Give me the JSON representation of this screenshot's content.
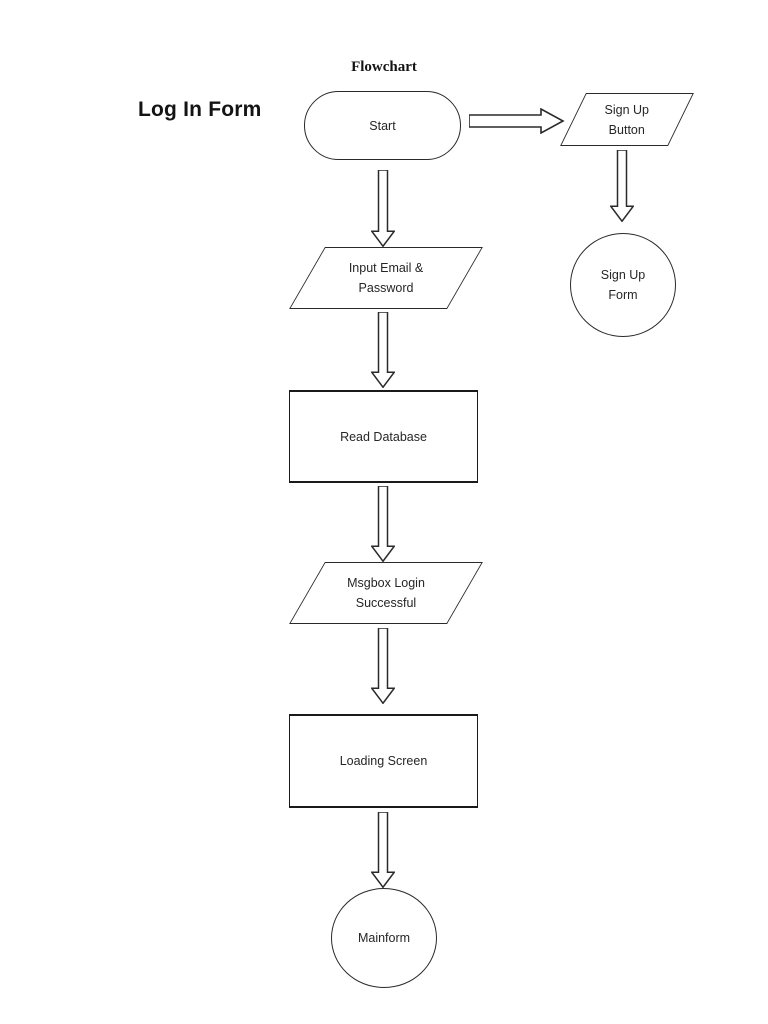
{
  "canvas": {
    "background": "#ffffff",
    "line_color": "#2a2a2a",
    "text_color": "#262626"
  },
  "header": {
    "title": "Flowchart",
    "form_label": "Log In Form"
  },
  "nodes": [
    {
      "id": "start",
      "shape": "terminator",
      "lines": [
        "Start"
      ]
    },
    {
      "id": "sign-up-button",
      "shape": "parallelogram",
      "lines": [
        "Sign Up",
        "Button"
      ]
    },
    {
      "id": "sign-up-form",
      "shape": "circle",
      "lines": [
        "Sign Up",
        "Form"
      ]
    },
    {
      "id": "input-email-password",
      "shape": "parallelogram",
      "lines": [
        "Input Email &",
        "Password"
      ]
    },
    {
      "id": "read-database",
      "shape": "process",
      "lines": [
        "Read Database"
      ]
    },
    {
      "id": "msgbox-login-successful",
      "shape": "parallelogram",
      "lines": [
        "Msgbox Login",
        "Successful"
      ]
    },
    {
      "id": "loading-screen",
      "shape": "process",
      "lines": [
        "Loading Screen"
      ]
    },
    {
      "id": "mainform",
      "shape": "circle",
      "lines": [
        "Mainform"
      ]
    }
  ],
  "edges": [
    {
      "from": "start",
      "to": "sign-up-button",
      "direction": "right"
    },
    {
      "from": "sign-up-button",
      "to": "sign-up-form",
      "direction": "down"
    },
    {
      "from": "start",
      "to": "input-email-password",
      "direction": "down"
    },
    {
      "from": "input-email-password",
      "to": "read-database",
      "direction": "down"
    },
    {
      "from": "read-database",
      "to": "msgbox-login-successful",
      "direction": "down"
    },
    {
      "from": "msgbox-login-successful",
      "to": "loading-screen",
      "direction": "down"
    },
    {
      "from": "loading-screen",
      "to": "mainform",
      "direction": "down"
    }
  ]
}
